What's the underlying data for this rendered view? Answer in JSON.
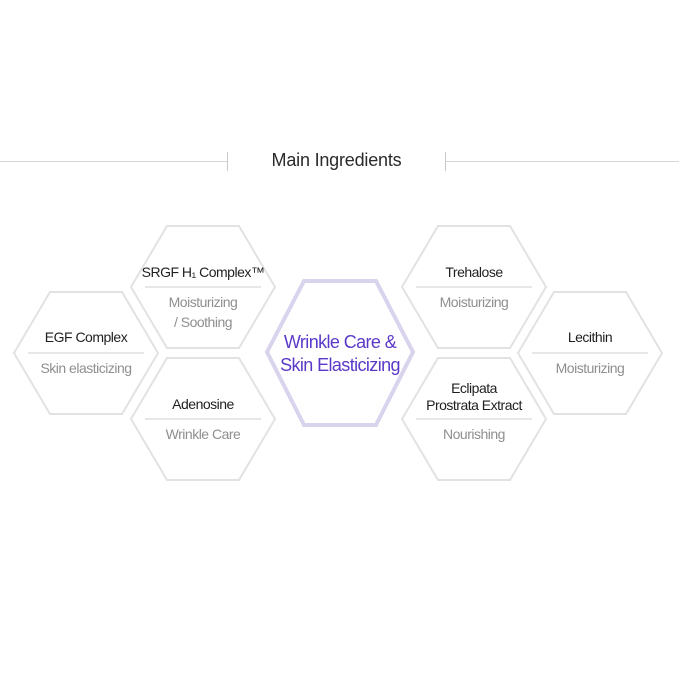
{
  "title": "Main Ingredients",
  "center": {
    "line1": "Wrinkle Care  &",
    "line2": "Skin Elasticizing"
  },
  "ingredients": [
    {
      "name": "EGF Complex",
      "desc": "Skin elasticizing"
    },
    {
      "name": "SRGF H₁ Complex™",
      "desc": "Moisturizing\n/ Soothing"
    },
    {
      "name": "Adenosine",
      "desc": "Wrinkle Care"
    },
    {
      "name": "Trehalose",
      "desc": "Moisturizing"
    },
    {
      "name": "Eclipata\nProstrata Extract",
      "desc": "Nourishing"
    },
    {
      "name": "Lecithin",
      "desc": "Moisturizing"
    }
  ],
  "colors": {
    "accent": "#5a39c9",
    "center_border": "#d9d3ee",
    "hex_border": "#e2e2e2"
  }
}
